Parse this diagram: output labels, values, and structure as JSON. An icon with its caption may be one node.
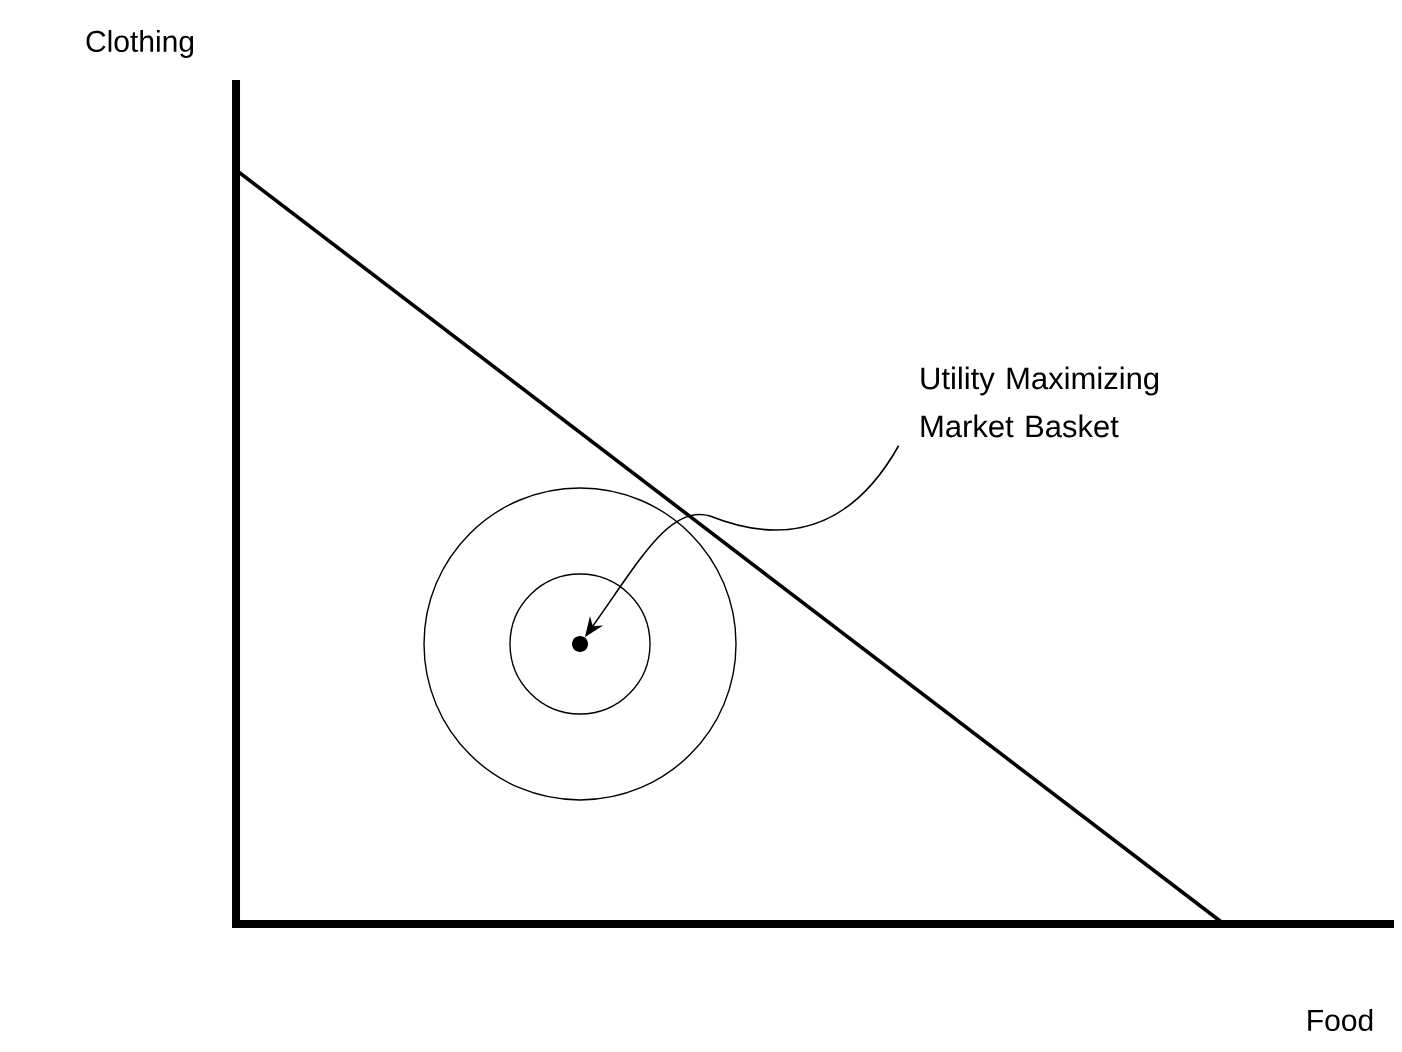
{
  "diagram": {
    "nodes": [
      {
        "text": [
          "Utility Maximizing Market Basket"
        ]
      },
      {
        "text": [],
        "shape": "circle"
      }
    ],
    "edges": [
      {
        "from": 0,
        "to": 1,
        "arrow": "to"
      }
    ],
    "labels": [
      "Clothing",
      "Food"
    ]
  }
}
